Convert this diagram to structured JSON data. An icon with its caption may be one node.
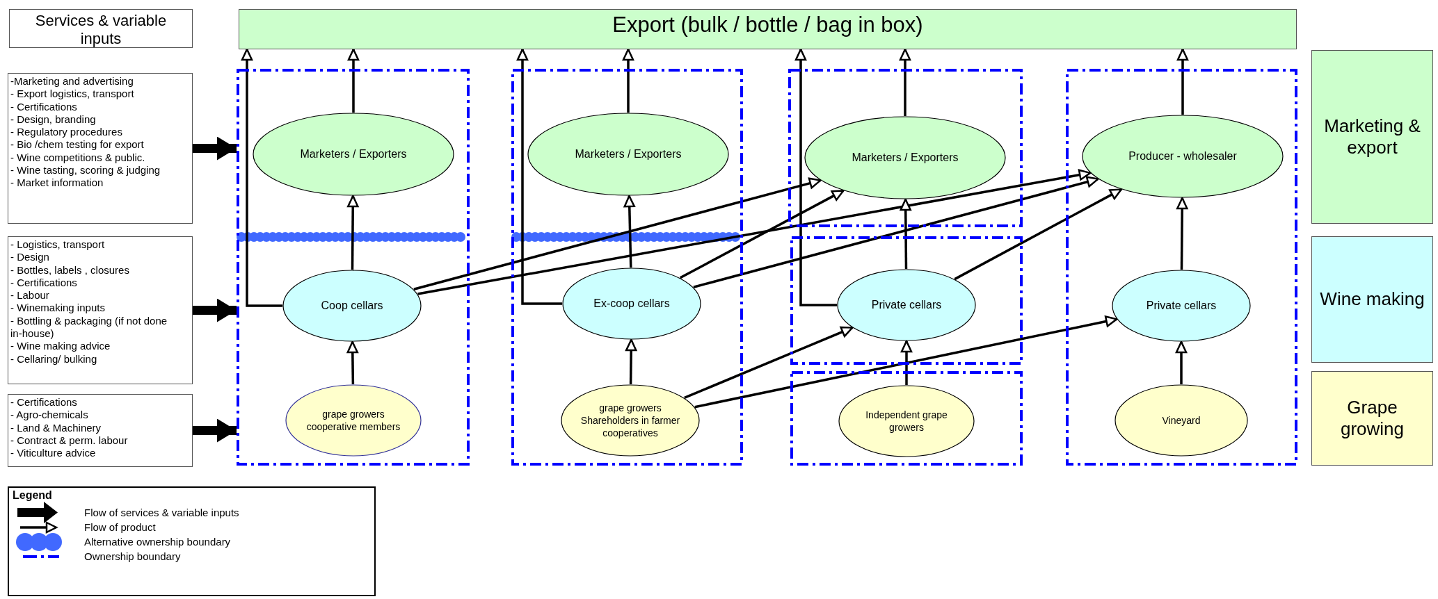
{
  "diagram": {
    "nodes": [
      {
        "text": [
          "Services & variable inputs"
        ]
      },
      {
        "text": [
          "Export (bulk / bottle / bag in box)"
        ]
      },
      {
        "text": [
          "-Marketing and advertising",
          "- Export logistics, transport",
          "- Certifications",
          "- Design, branding",
          "- Regulatory procedures",
          "- Bio /chem testing for export",
          "- Wine competitions & public.",
          "- Wine tasting, scoring & judging",
          "- Market information"
        ]
      },
      {
        "text": [
          "- Logistics, transport",
          "- Design",
          "- Bottles, labels , closures",
          "- Certifications",
          "- Labour",
          "- Winemaking inputs",
          "- Bottling & packaging (if not done in-house)",
          "- Wine making advice",
          "- Cellaring/ bulking"
        ]
      },
      {
        "text": [
          "- Certifications",
          "- Agro-chemicals",
          "- Land & Machinery",
          "- Contract & perm. labour",
          "- Viticulture advice"
        ]
      },
      {
        "text": [],
        "shape": "box"
      },
      {
        "text": [
          "Marketers / Exporters"
        ],
        "in": 5
      },
      {
        "text": [
          "Coop cellars"
        ],
        "in": 5
      },
      {
        "text": [
          "grape growers cooperative members"
        ],
        "in": 5
      },
      {
        "text": [],
        "shape": "box"
      },
      {
        "text": [
          "Marketers / Exporters"
        ],
        "in": 9
      },
      {
        "text": [
          "Ex-coop cellars"
        ],
        "in": 9
      },
      {
        "text": [
          "grape growers Shareholders in farmer cooperatives"
        ],
        "in": 9
      },
      {
        "text": [],
        "shape": "box"
      },
      {
        "text": [
          "Marketers / Exporters"
        ],
        "in": 13
      },
      {
        "text": [],
        "shape": "box"
      },
      {
        "text": [
          "Private cellars"
        ],
        "in": 15
      },
      {
        "text": [],
        "shape": "box"
      },
      {
        "text": [
          "Independent grape growers"
        ],
        "in": 17
      },
      {
        "text": [],
        "shape": "box"
      },
      {
        "text": [
          "Producer - wholesaler"
        ],
        "in": 19
      },
      {
        "text": [
          "Private cellars"
        ],
        "in": 19
      },
      {
        "text": [
          "Vineyard"
        ],
        "in": 19
      },
      {
        "text": [
          "Marketing & export"
        ]
      },
      {
        "text": [
          "Wine making"
        ]
      },
      {
        "text": [
          "Grape growing"
        ]
      }
    ],
    "edges": [
      {
        "from": 2,
        "to": 5,
        "arrow": "to",
        "style": "thick"
      },
      {
        "from": 3,
        "to": 5,
        "arrow": "to",
        "style": "thick"
      },
      {
        "from": 4,
        "to": 5,
        "arrow": "to",
        "style": "thick"
      },
      {
        "from": 6,
        "to": 1,
        "arrow": "to"
      },
      {
        "from": 7,
        "to": 6,
        "arrow": "to"
      },
      {
        "from": 8,
        "to": 7,
        "arrow": "to"
      },
      {
        "from": 7,
        "to": 1,
        "arrow": "to"
      },
      {
        "from": 7,
        "to": 14,
        "arrow": "to"
      },
      {
        "from": 7,
        "to": 20,
        "arrow": "to"
      },
      {
        "from": 10,
        "to": 1,
        "arrow": "to"
      },
      {
        "from": 11,
        "to": 10,
        "arrow": "to"
      },
      {
        "from": 12,
        "to": 11,
        "arrow": "to"
      },
      {
        "from": 11,
        "to": 1,
        "arrow": "to"
      },
      {
        "from": 11,
        "to": 14,
        "arrow": "to"
      },
      {
        "from": 11,
        "to": 20,
        "arrow": "to"
      },
      {
        "from": 12,
        "to": 16,
        "arrow": "to"
      },
      {
        "from": 12,
        "to": 21,
        "arrow": "to"
      },
      {
        "from": 14,
        "to": 1,
        "arrow": "to"
      },
      {
        "from": 16,
        "to": 14,
        "arrow": "to"
      },
      {
        "from": 16,
        "to": 1,
        "arrow": "to"
      },
      {
        "from": 16,
        "to": 20,
        "arrow": "to"
      },
      {
        "from": 18,
        "to": 16,
        "arrow": "to"
      },
      {
        "from": 20,
        "to": 1,
        "arrow": "to"
      },
      {
        "from": 21,
        "to": 20,
        "arrow": "to"
      },
      {
        "from": 22,
        "to": 21,
        "arrow": "to"
      }
    ],
    "labels": [
      "Legend"
    ],
    "legend": [
      {
        "text": "Flow of services & variable inputs"
      },
      {
        "text": "Flow of product"
      },
      {
        "text": "Alternative ownership boundary"
      },
      {
        "text": "Ownership boundary"
      }
    ]
  }
}
